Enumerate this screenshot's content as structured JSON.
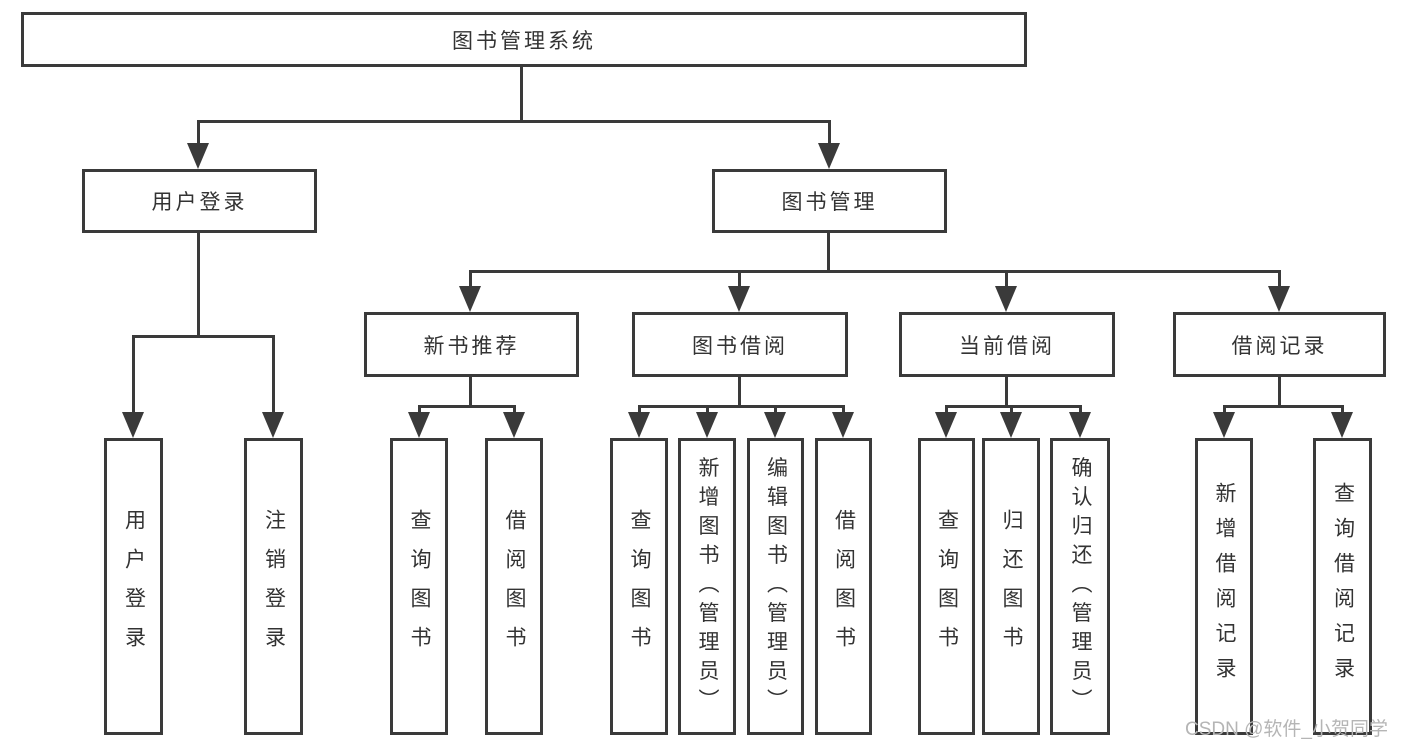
{
  "diagram": {
    "root": {
      "label": "图书管理系统"
    },
    "level2": [
      {
        "label": "用户登录"
      },
      {
        "label": "图书管理"
      }
    ],
    "level3": [
      {
        "label": "新书推荐"
      },
      {
        "label": "图书借阅"
      },
      {
        "label": "当前借阅"
      },
      {
        "label": "借阅记录"
      }
    ],
    "leaves": {
      "userLogin": [
        {
          "label": "用户登录"
        },
        {
          "label": "注销登录"
        }
      ],
      "newBookRecommend": [
        {
          "label": "查询图书"
        },
        {
          "label": "借阅图书"
        }
      ],
      "bookBorrowing": [
        {
          "label": "查询图书"
        },
        {
          "label": "新增图书（管理员）"
        },
        {
          "label": "编辑图书（管理员）"
        },
        {
          "label": "借阅图书"
        }
      ],
      "currentBorrowing": [
        {
          "label": "查询图书"
        },
        {
          "label": "归还图书"
        },
        {
          "label": "确认归还（管理员）"
        }
      ],
      "borrowingRecords": [
        {
          "label": "新增借阅记录"
        },
        {
          "label": "查询借阅记录"
        }
      ]
    },
    "colors": {
      "line": "#3a3a3a",
      "text": "#333333",
      "background": "#ffffff",
      "watermark": "#b5b5b5"
    },
    "watermark": "CSDN @软件_小贺同学"
  }
}
